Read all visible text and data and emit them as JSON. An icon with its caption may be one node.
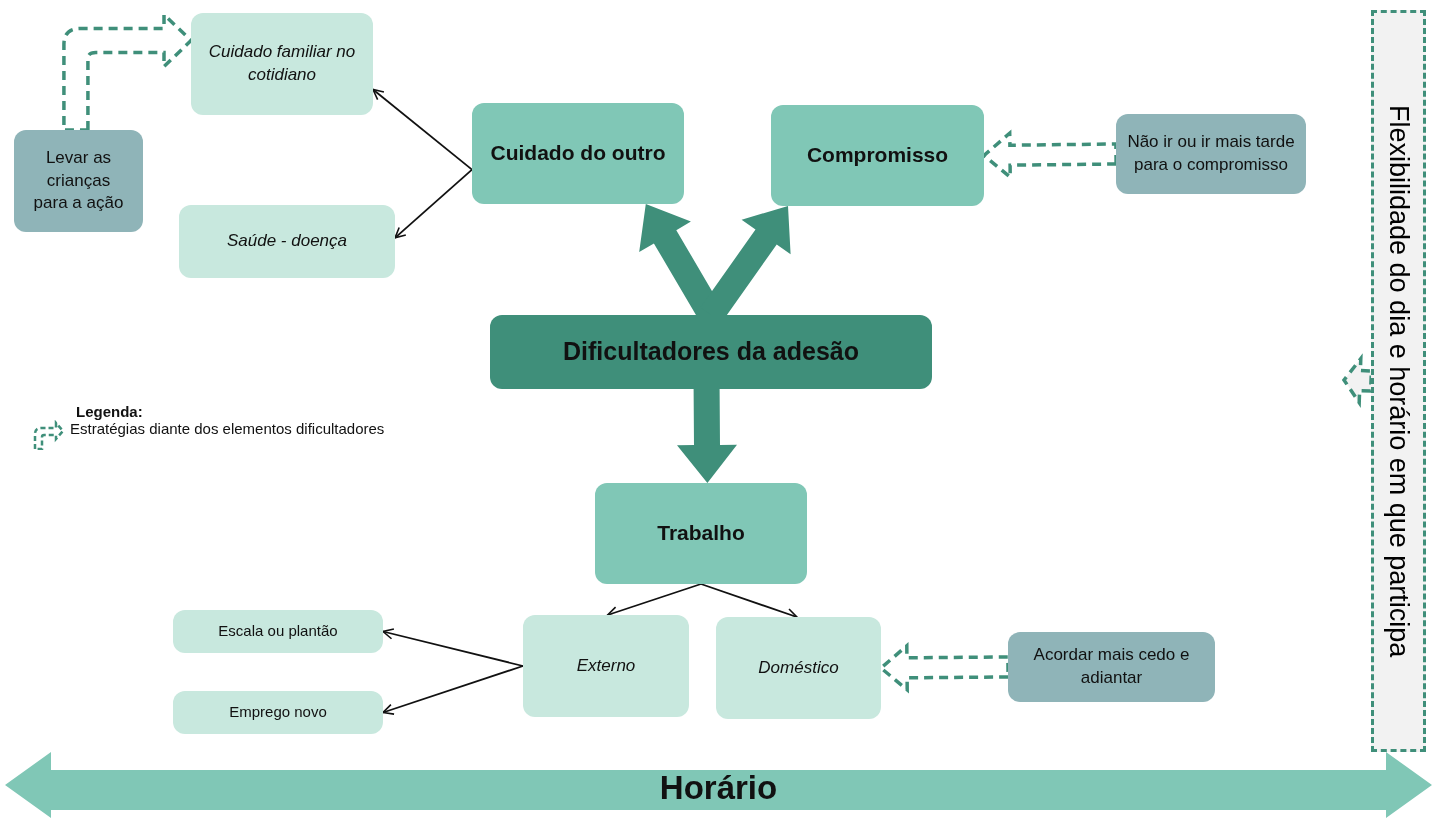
{
  "diagram": {
    "nodes": [
      {
        "text": [
          "Cuidado familiar no cotidiano"
        ]
      },
      {
        "text": [
          "Cuidado do outro"
        ]
      },
      {
        "text": [
          "Compromisso"
        ]
      },
      {
        "text": [
          "Não ir ou ir mais tarde para o compromisso"
        ]
      },
      {
        "text": [
          "Levar as crianças para a ação"
        ]
      },
      {
        "text": [
          "Saúde - doença"
        ]
      },
      {
        "text": [
          "Dificultadores da adesão"
        ]
      },
      {
        "text": [
          "Trabalho"
        ]
      },
      {
        "text": [
          "Escala ou plantão"
        ]
      },
      {
        "text": [
          "Externo"
        ]
      },
      {
        "text": [
          "Doméstico"
        ]
      },
      {
        "text": [
          "Acordar mais cedo e adiantar"
        ]
      },
      {
        "text": [
          "Emprego novo"
        ]
      },
      {
        "text": [
          "Flexibilidade do dia e horário em que participa"
        ]
      },
      {
        "text": [
          "Horário"
        ]
      }
    ],
    "edges": [
      {
        "from": 1,
        "to": 0,
        "arrow": "to"
      },
      {
        "from": 1,
        "to": 5,
        "arrow": "to"
      },
      {
        "from": 6,
        "to": 1,
        "arrow": "to",
        "style": "thick",
        "color": "#3f8f7a"
      },
      {
        "from": 6,
        "to": 2,
        "arrow": "to",
        "style": "thick",
        "color": "#3f8f7a"
      },
      {
        "from": 6,
        "to": 7,
        "arrow": "to",
        "style": "thick",
        "color": "#3f8f7a"
      },
      {
        "from": 7,
        "to": 9,
        "arrow": "to"
      },
      {
        "from": 7,
        "to": 10,
        "arrow": "to"
      },
      {
        "from": 9,
        "to": 8,
        "arrow": "to"
      },
      {
        "from": 9,
        "to": 12,
        "arrow": "to"
      },
      {
        "from": 4,
        "to": 0,
        "arrow": "to",
        "style": "dashed",
        "color": "#3f8f7a"
      },
      {
        "from": 3,
        "to": 2,
        "arrow": "to",
        "style": "dashed",
        "color": "#3f8f7a"
      },
      {
        "from": 11,
        "to": 10,
        "arrow": "to",
        "style": "dashed",
        "color": "#3f8f7a"
      },
      {
        "from": 13,
        "to": null,
        "arrow": "to",
        "style": "dashed",
        "color": "#3f8f7a"
      }
    ],
    "labels": [
      "Legenda:"
    ],
    "legend": [
      {
        "text": "Estratégias diante dos elementos dificultadores"
      }
    ]
  }
}
